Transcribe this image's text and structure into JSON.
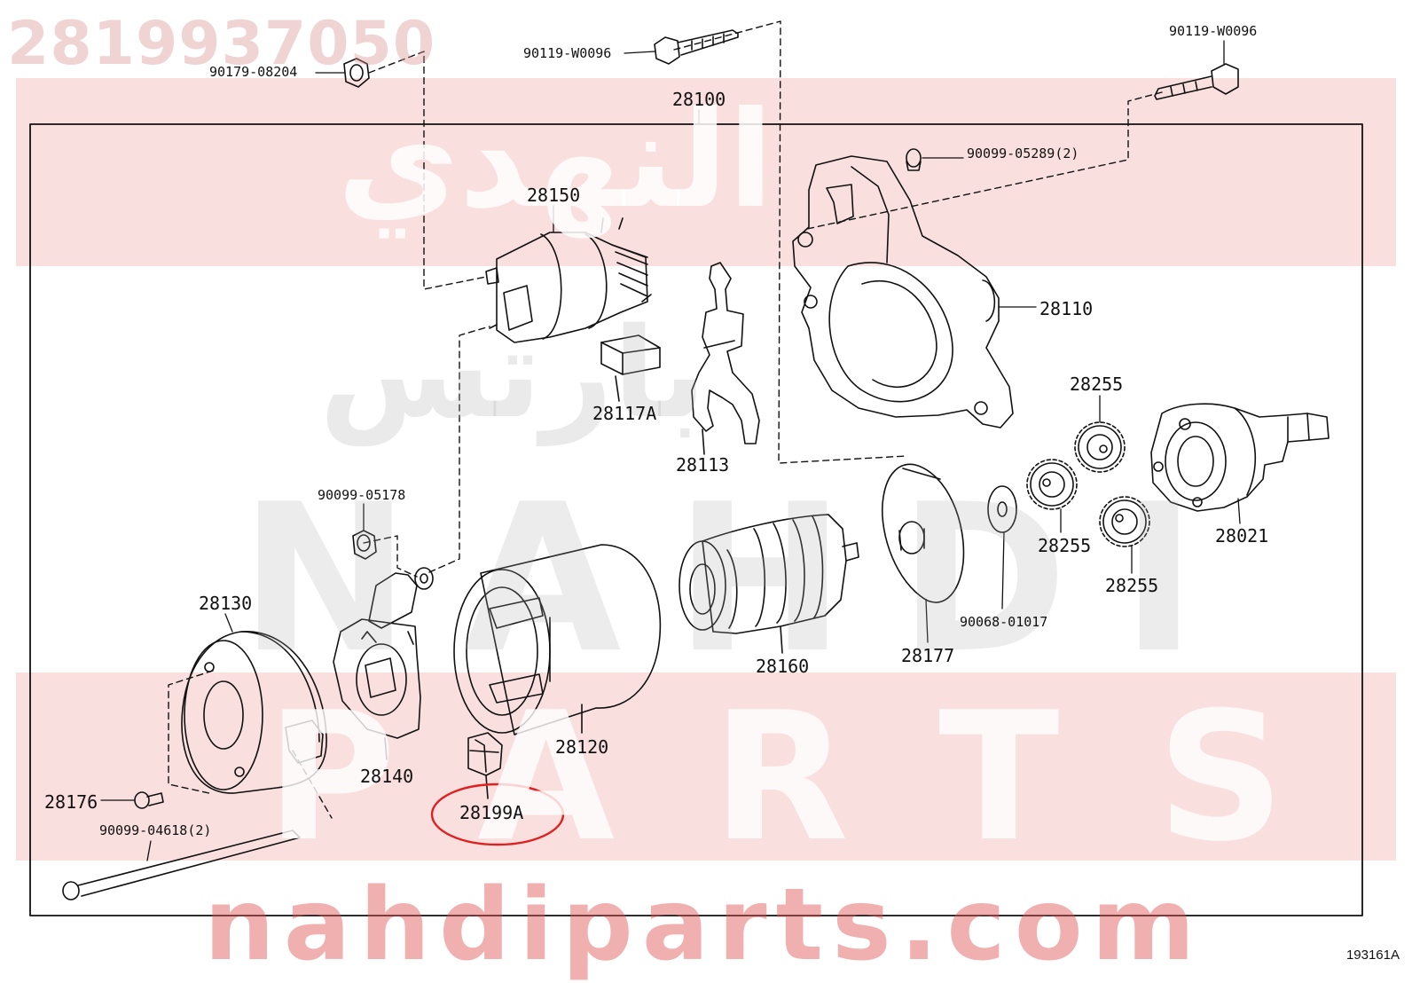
{
  "header": {
    "part_number": "2819937050",
    "figure_id": "193161A"
  },
  "watermark": {
    "arabic_top": "النهدي",
    "arabic_mid": "بارتس",
    "brand_latin": "NAHDI",
    "parts_word": "PARTS",
    "url": "nahdiparts.com",
    "band_color": "#f29a9a"
  },
  "highlight": {
    "part": "28199A",
    "color": "#e02020"
  },
  "labels": {
    "l_90179_08204": "90179-08204",
    "l_90119_w0096_top": "90119-W0096",
    "l_90119_w0096_right": "90119-W0096",
    "l_28100": "28100",
    "l_90099_05289": "90099-05289(2)",
    "l_28150": "28150",
    "l_28110": "28110",
    "l_28117a": "28117A",
    "l_28113": "28113",
    "l_28255_a": "28255",
    "l_28255_b": "28255",
    "l_28255_c": "28255",
    "l_28021": "28021",
    "l_90099_05178": "90099-05178",
    "l_90068_01017": "90068-01017",
    "l_28130": "28130",
    "l_28177": "28177",
    "l_28160": "28160",
    "l_28140": "28140",
    "l_28120": "28120",
    "l_28176": "28176",
    "l_28199a": "28199A",
    "l_90099_04618": "90099-04618(2)"
  }
}
